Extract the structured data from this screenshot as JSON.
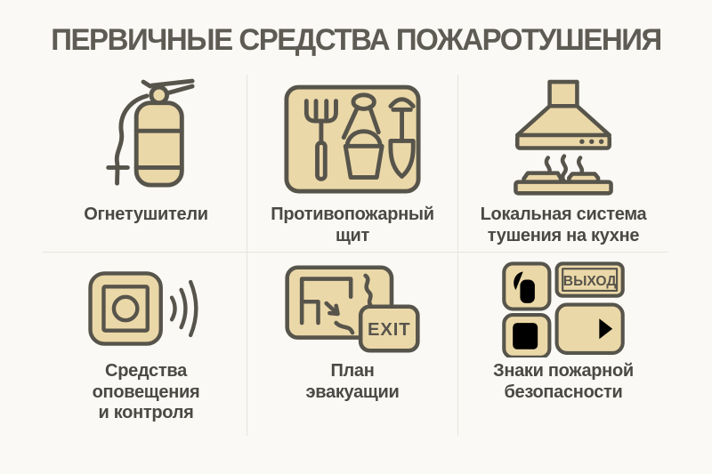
{
  "title": "ПЕРВИЧНЫЕ СРЕДСТВА ПОЖАРОТУШЕНИЯ",
  "colors": {
    "background": "#faf9f5",
    "icon_fill": "#ebd8a8",
    "icon_outline": "#57544b",
    "title_text": "#5d5b53",
    "label_text": "#4a4944",
    "divider": "#e7e4de"
  },
  "cells": [
    {
      "label": "Огнетушители",
      "label_lines": [
        "Огнетушители"
      ],
      "icon": "fire-extinguisher-icon"
    },
    {
      "label": "Противопожарный щит",
      "label_lines": [
        "Противопожарный",
        "щит"
      ],
      "icon": "fire-shield-icon"
    },
    {
      "label": "Lокальная система тушения на кухне",
      "label_lines": [
        "Lокальная система",
        "тушения на кухне"
      ],
      "icon": "kitchen-hood-icon"
    },
    {
      "label": "Средства оповещения и контроля",
      "label_lines": [
        "Средства",
        "оповещения",
        "и контроля"
      ],
      "icon": "alarm-button-icon"
    },
    {
      "label": "План эвакуащии",
      "label_lines": [
        "План",
        "эвакуащии"
      ],
      "icon": "evacuation-plan-icon"
    },
    {
      "label": "Знаки пожарной безопасности",
      "label_lines": [
        "Знаки пожарной",
        "безопасности"
      ],
      "icon": "safety-signs-icon"
    }
  ],
  "signs": {
    "exit_label": "EXIT",
    "vyhod_label": "ВЫХОД"
  }
}
